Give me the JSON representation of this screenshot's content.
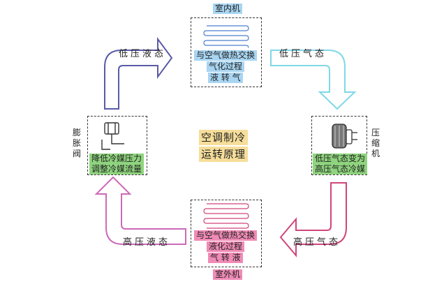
{
  "indoor": {
    "title": "室内机",
    "lines": [
      "与空气做热交换",
      "气化过程",
      "液 转 气"
    ]
  },
  "outdoor": {
    "title": "室外机",
    "lines": [
      "与空气做热交换",
      "液化过程",
      "气 转 液"
    ]
  },
  "expansion_valve": {
    "name": "膨胀阀",
    "lines": [
      "降低冷媒压力",
      "调整冷媒流量"
    ]
  },
  "compressor": {
    "name": "压缩机",
    "lines": [
      "低压气态变为",
      "高压气态冷媒"
    ]
  },
  "center": {
    "lines": [
      "空调制冷",
      "运转原理"
    ]
  },
  "flows": {
    "top_left": "低压液态",
    "top_right": "低压气态",
    "bottom_right": "高压气态",
    "bottom_left": "高压液态"
  },
  "colors": {
    "indoor_label": "#a8d5f2",
    "outdoor_label": "#f08bb6",
    "component_label": "#8fd47e",
    "center_label": "#f6de9a",
    "arrow_top_left": "#5a5aa8",
    "arrow_top_right": "#7fd8e6",
    "arrow_bottom_right": "#d0457a",
    "arrow_bottom_left": "#cc6ab8"
  }
}
